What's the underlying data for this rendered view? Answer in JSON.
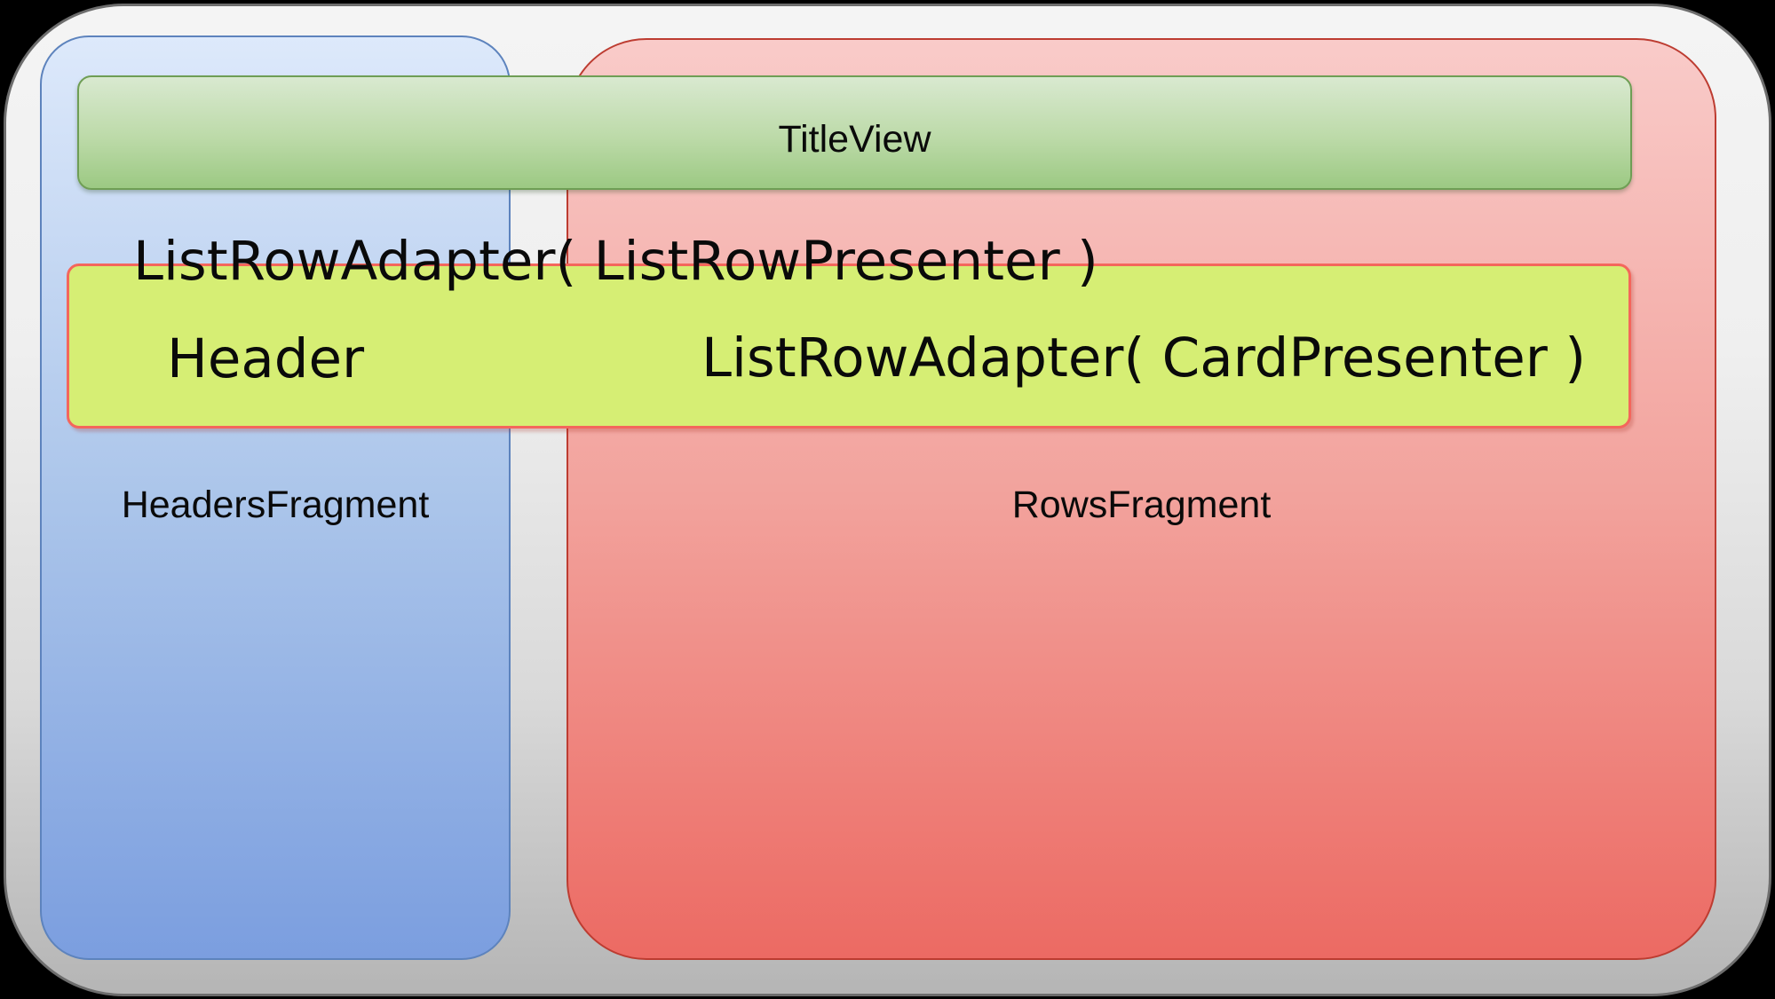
{
  "diagram": {
    "title_view": {
      "label": "TitleView"
    },
    "headers_fragment": {
      "label": "HeadersFragment"
    },
    "rows_fragment": {
      "label": "RowsFragment"
    },
    "adapter_overlay": {
      "list_row_presenter_text": "ListRowAdapter( ListRowPresenter )",
      "header_text": "Header",
      "card_presenter_text": "ListRowAdapter( CardPresenter )"
    }
  },
  "colors": {
    "page_background": "#000000",
    "frame_fill_top": "#f4f4f4",
    "frame_fill_bottom": "#b5b5b5",
    "frame_border": "#6d6d6d",
    "headers_fill_top": "#dde9fb",
    "headers_fill_bottom": "#7b9edf",
    "headers_border": "#5d83bd",
    "rows_fill_top": "#f9cbc9",
    "rows_fill_bottom": "#ec6a63",
    "rows_border": "#bd3c31",
    "title_fill_top": "#d9e9d0",
    "title_fill_bottom": "#9cc983",
    "title_border": "#6f9e55",
    "adapter_fill": "#d6ee74",
    "adapter_border": "#f4665c",
    "text": "#0a0a0a"
  }
}
